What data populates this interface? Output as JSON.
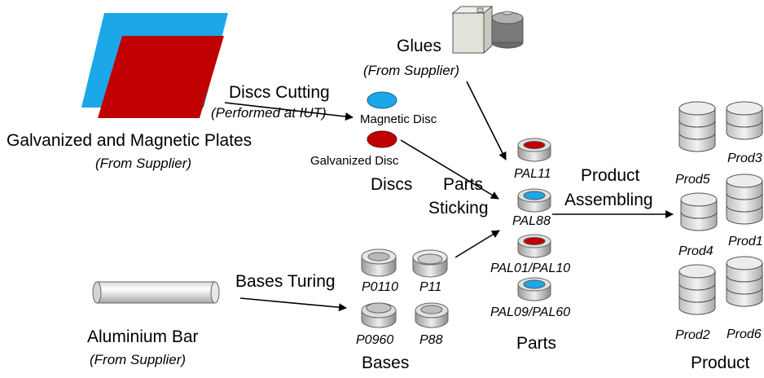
{
  "colors": {
    "magnetic": "#1ba7e8",
    "galvanized": "#c00000",
    "metal_light": "#e4e4e4",
    "metal_mid": "#bdbdbd",
    "metal_dark": "#8a8a8a"
  },
  "plates": {
    "label": "Galvanized and Magnetic Plates",
    "source": "(From Supplier)"
  },
  "glues": {
    "label": "Glues",
    "source": "(From Supplier)"
  },
  "aluminium": {
    "label": "Aluminium Bar",
    "source": "(From Supplier)"
  },
  "processes": {
    "discs_cutting": "Discs Cutting",
    "discs_cutting_note": "(Performed at IUT)",
    "bases_turing": "Bases Turing",
    "parts_sticking_1": "Parts",
    "parts_sticking_2": "Sticking",
    "product_assembling_1": "Product",
    "product_assembling_2": "Assembling"
  },
  "discs": {
    "magnetic": "Magnetic Disc",
    "galvanized": "Galvanized Disc",
    "group": "Discs"
  },
  "bases": {
    "items": [
      "P0110",
      "P11",
      "P0960",
      "P88"
    ],
    "group": "Bases"
  },
  "parts": {
    "items": [
      "PAL11",
      "PAL88",
      "PAL01/PAL10",
      "PAL09/PAL60"
    ],
    "group": "Parts"
  },
  "products": {
    "items": [
      "Prod5",
      "Prod3",
      "Prod4",
      "Prod1",
      "Prod2",
      "Prod6"
    ],
    "group": "Product"
  }
}
